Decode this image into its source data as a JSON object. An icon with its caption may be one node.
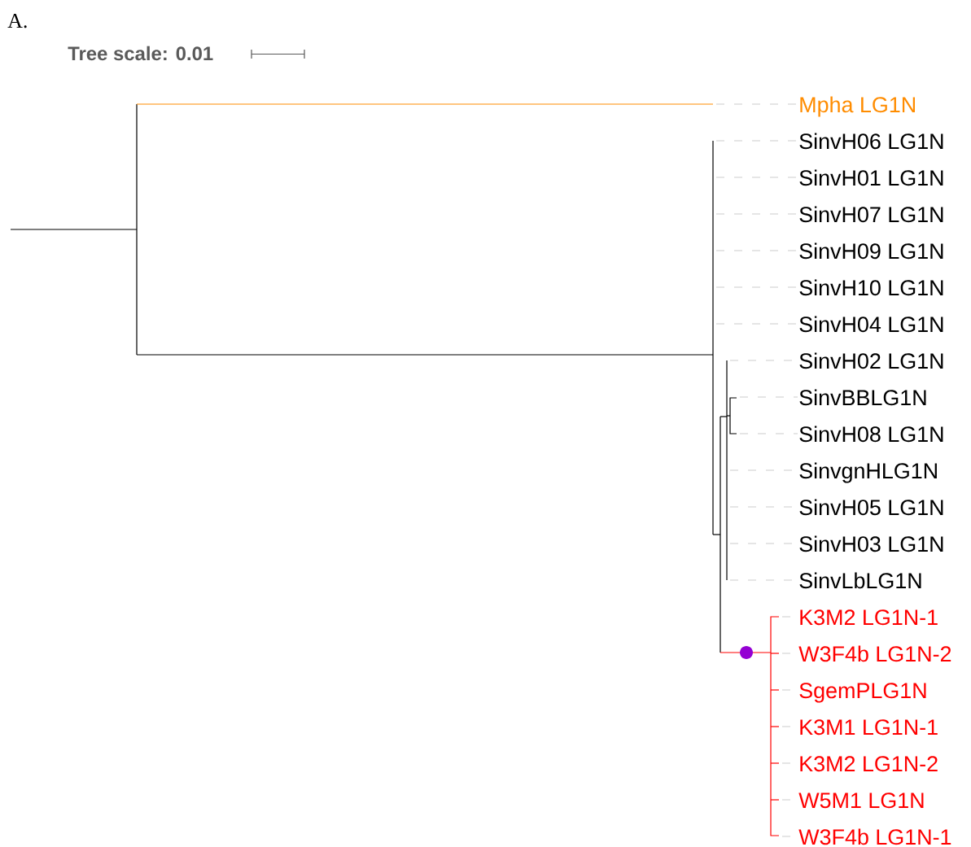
{
  "diagram": {
    "labels": [
      "A.",
      "Tree scale: 0.01",
      "Mpha LG1N",
      "SinvH06 LG1N",
      "SinvH01 LG1N",
      "SinvH07 LG1N",
      "SinvH09 LG1N",
      "SinvH10 LG1N",
      "SinvH04 LG1N",
      "SinvH02 LG1N",
      "SinvBBLG1N",
      "SinvH08 LG1N",
      "SinvgnHLG1N",
      "SinvH05 LG1N",
      "SinvH03 LG1N",
      "SinvLbLG1N",
      "K3M2 LG1N-1",
      "W3F4b LG1N-2",
      "SgemPLG1N",
      "K3M1 LG1N-1",
      "K3M2 LG1N-2",
      "W5M1 LG1N",
      "W3F4b LG1N-1"
    ]
  }
}
